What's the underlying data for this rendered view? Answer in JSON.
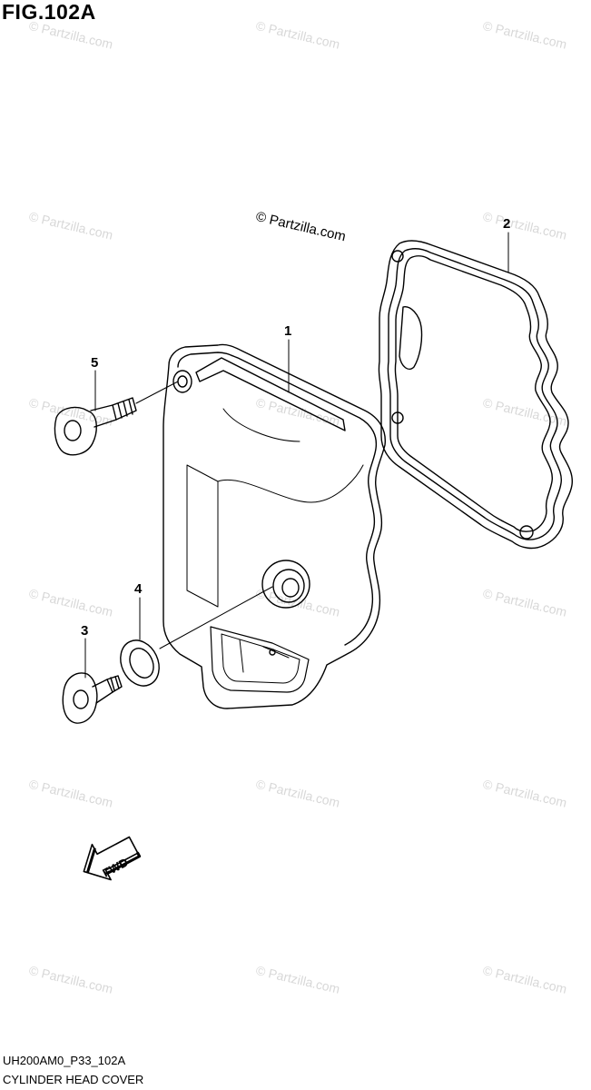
{
  "figure": {
    "title": "FIG.102A"
  },
  "credit": "© Partzilla.com",
  "watermark": "© Partzilla.com",
  "callouts": {
    "c1": "1",
    "c2": "2",
    "c3": "3",
    "c4": "4",
    "c5": "5"
  },
  "direction_arrow": {
    "label": "FWD"
  },
  "footer": {
    "code": "UH200AM0_P33_102A",
    "name": "CYLINDER HEAD COVER"
  }
}
